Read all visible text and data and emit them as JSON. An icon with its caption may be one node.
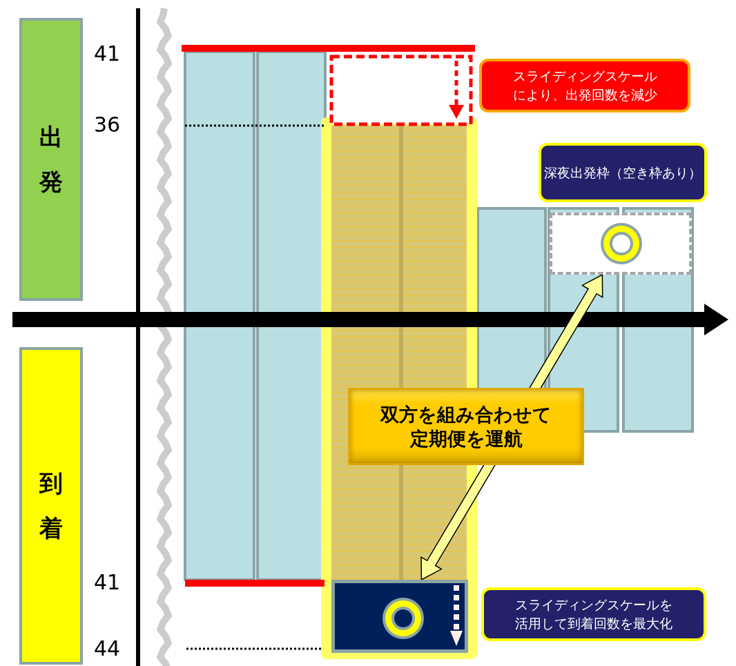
{
  "diagram": {
    "nodes": [
      {
        "text": [
          "出発"
        ]
      },
      {
        "text": [
          "到着"
        ]
      },
      {
        "text": [
          "スライディングスケールにより、出発回数を減少"
        ]
      },
      {
        "text": [
          "深夜出発枠（空き枠あり）"
        ]
      },
      {
        "text": [
          "双方を組み合わせて定期便を運航"
        ]
      },
      {
        "text": [
          "スライディングスケールを活用して到着回数を最大化"
        ]
      },
      {
        "text": [],
        "shape": "box"
      },
      {
        "text": [],
        "shape": "box"
      }
    ],
    "edges": [
      {
        "from": 6,
        "to": 7,
        "arrow": "both",
        "style": "thick",
        "color": "#ffff99"
      }
    ],
    "labels": [
      "41",
      "36",
      "41",
      "44"
    ]
  }
}
